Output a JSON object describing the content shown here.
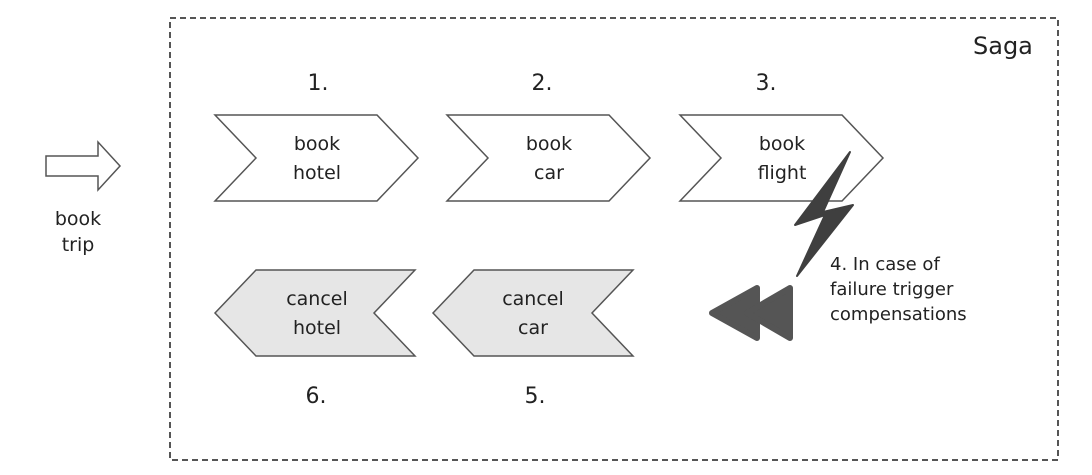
{
  "input": {
    "line1": "book",
    "line2": "trip"
  },
  "saga": {
    "title": "Saga"
  },
  "steps": [
    {
      "number": "1.",
      "line1": "book",
      "line2": "hotel"
    },
    {
      "number": "2.",
      "line1": "book",
      "line2": "car"
    },
    {
      "number": "3.",
      "line1": "book",
      "line2": "flight"
    }
  ],
  "compensations": [
    {
      "number": "6.",
      "line1": "cancel",
      "line2": "hotel"
    },
    {
      "number": "5.",
      "line1": "cancel",
      "line2": "car"
    }
  ],
  "failure_note": {
    "line1": "4. In case of",
    "line2": "failure trigger",
    "line3": "compensations"
  },
  "colors": {
    "outline": "#555555",
    "compensation_fill": "#e6e6e6",
    "lightning": "#3f3f3f",
    "rewind": "#555555",
    "frame": "#555555"
  }
}
